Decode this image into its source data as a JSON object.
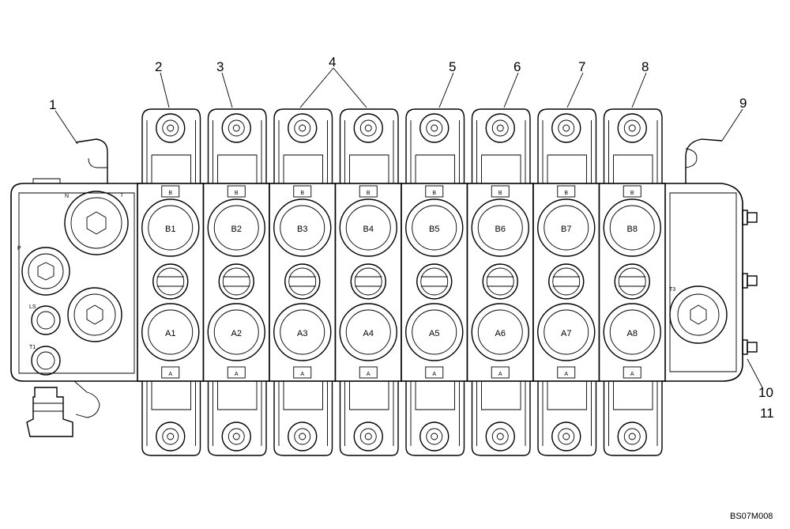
{
  "callouts": [
    {
      "label": "1"
    },
    {
      "label": "2"
    },
    {
      "label": "3"
    },
    {
      "label": "4"
    },
    {
      "label": "5"
    },
    {
      "label": "6"
    },
    {
      "label": "7"
    },
    {
      "label": "8"
    },
    {
      "label": "9"
    },
    {
      "label": "10"
    },
    {
      "label": "11"
    }
  ],
  "sections": [
    {
      "top_mark": "B",
      "top_port": "B1",
      "bottom_port": "A1",
      "bottom_mark": "A"
    },
    {
      "top_mark": "B",
      "top_port": "B2",
      "bottom_port": "A2",
      "bottom_mark": "A"
    },
    {
      "top_mark": "B",
      "top_port": "B3",
      "bottom_port": "A3",
      "bottom_mark": "A"
    },
    {
      "top_mark": "B",
      "top_port": "B4",
      "bottom_port": "A4",
      "bottom_mark": "A"
    },
    {
      "top_mark": "B",
      "top_port": "B5",
      "bottom_port": "A5",
      "bottom_mark": "A"
    },
    {
      "top_mark": "B",
      "top_port": "B6",
      "bottom_port": "A6",
      "bottom_mark": "A"
    },
    {
      "top_mark": "B",
      "top_port": "B7",
      "bottom_port": "A7",
      "bottom_mark": "A"
    },
    {
      "top_mark": "B",
      "top_port": "B8",
      "bottom_port": "A8",
      "bottom_mark": "A"
    }
  ],
  "inlet_labels": {
    "n": "N",
    "t": "T",
    "p": "P",
    "ls": "LS",
    "t1": "T1"
  },
  "outlet_label": "T3",
  "drawing_code": "BS07M008"
}
